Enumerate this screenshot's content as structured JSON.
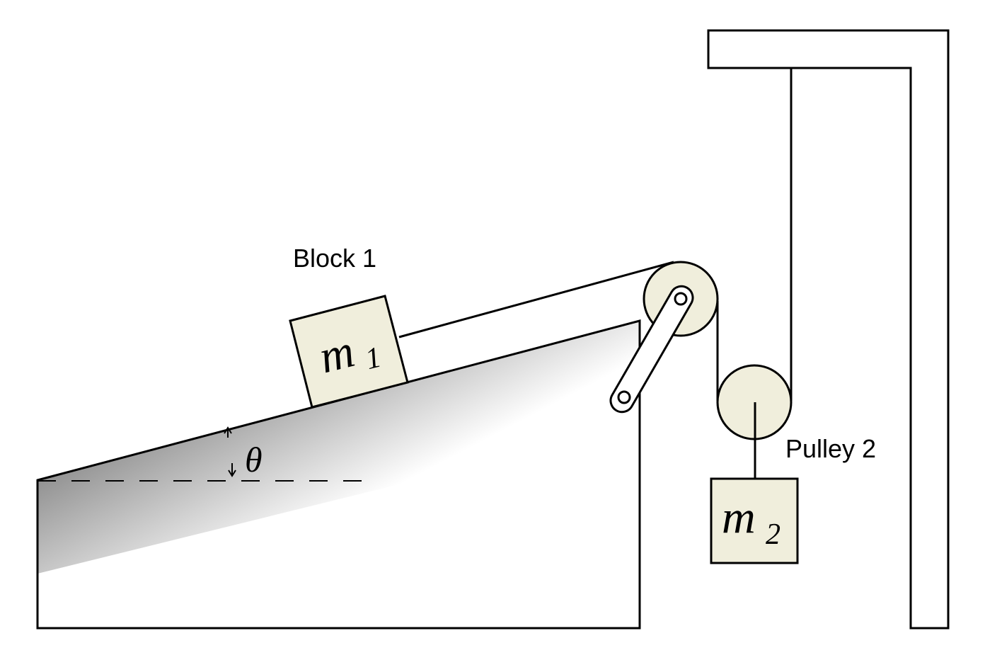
{
  "labels": {
    "block1": "Block 1",
    "pulley2": "Pulley 2",
    "angle": "θ",
    "mass1_letter": "m",
    "mass1_sub": "1",
    "mass2_letter": "m",
    "mass2_sub": "2"
  },
  "colors": {
    "block_fill": "#f0eedc",
    "pulley_fill": "#f0eedc",
    "stroke": "#000000",
    "incline_shade_dark": "#8a8a8a",
    "incline_shade_light": "#ffffff"
  }
}
